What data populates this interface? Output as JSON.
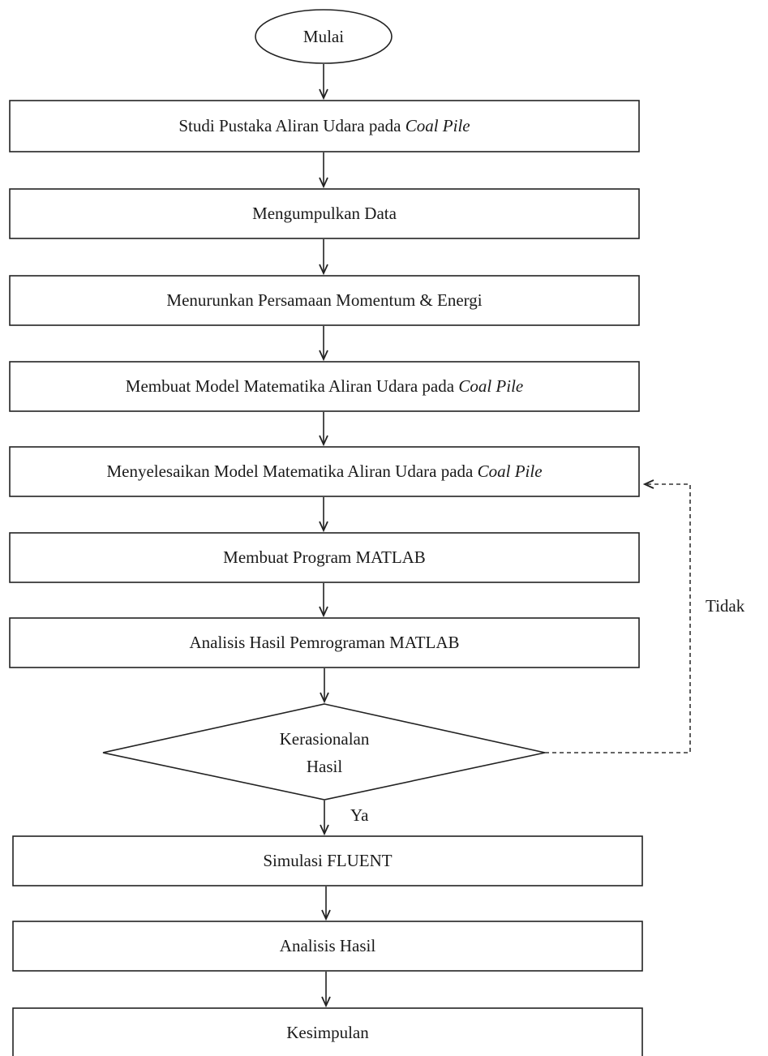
{
  "flowchart": {
    "start": "Mulai",
    "steps": {
      "studi": {
        "text": "Studi Pustaka Aliran Udara pada ",
        "emph": "Coal Pile"
      },
      "mengumpulkan": {
        "text": "Mengumpulkan Data"
      },
      "menurunkan": {
        "text": "Menurunkan Persamaan Momentum & Energi"
      },
      "membuat_model": {
        "text": "Membuat Model Matematika Aliran Udara pada ",
        "emph": "Coal Pile"
      },
      "menyelesaikan": {
        "text": "Menyelesaikan Model Matematika Aliran Udara pada ",
        "emph": "Coal Pile"
      },
      "program": {
        "text": "Membuat Program MATLAB"
      },
      "analisis_matlab": {
        "text": "Analisis Hasil Pemrograman MATLAB"
      },
      "simulasi": {
        "text": "Simulasi FLUENT"
      },
      "analisis_hasil": {
        "text": "Analisis Hasil"
      },
      "kesimpulan": {
        "text": "Kesimpulan"
      }
    },
    "decision": {
      "line1": "Kerasionalan",
      "line2": "Hasil"
    },
    "labels": {
      "yes": "Ya",
      "no": "Tidak"
    }
  }
}
